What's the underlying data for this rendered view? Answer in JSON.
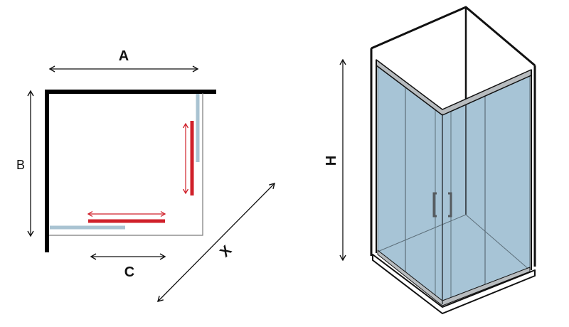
{
  "labels": {
    "a": "A",
    "b": "B",
    "c": "C",
    "x": "X",
    "h": "H"
  },
  "colors": {
    "wall": "#000000",
    "outline": "#7a7a7a",
    "glass_fixed": "#a9c3d2",
    "sliding_door": "#d0202a",
    "glass_fill": "#a7c4d6",
    "glass_stroke": "#5d6f7a",
    "profile": "#b8bcbf",
    "frame": "#111111"
  },
  "icons": {
    "arrow": "double-headed-arrow",
    "handle": "door-handle"
  }
}
